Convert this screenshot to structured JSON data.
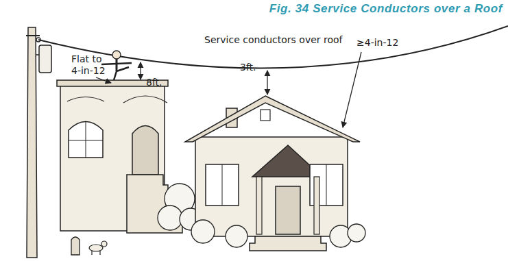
{
  "diagram": {
    "title": "Fig. 34 Service Conductors over a Roof",
    "labels": [
      "Service conductors over roof",
      "Flat to 4-in-12",
      "8ft.",
      "3ft.",
      "≥4-in-12"
    ]
  }
}
